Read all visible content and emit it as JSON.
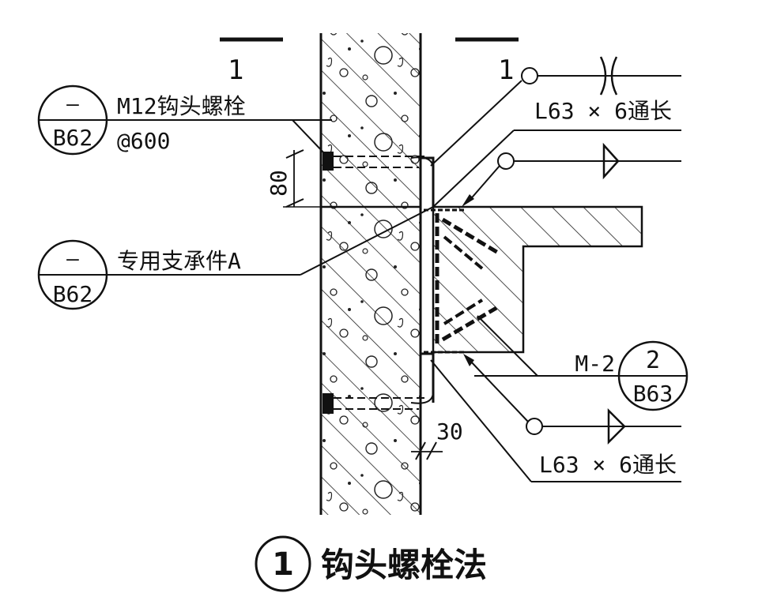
{
  "section_marks": {
    "left": {
      "number": "1"
    },
    "right": {
      "number": "1"
    }
  },
  "callouts": {
    "bolt": {
      "top": "—",
      "sheet": "B62",
      "line1": "M12钩头螺栓",
      "line2": "@600"
    },
    "support": {
      "top": "—",
      "sheet": "B62",
      "line1": "专用支承件A"
    },
    "detail": {
      "prefix": "M-2",
      "top": "2",
      "sheet": "B63"
    }
  },
  "angle_labels": {
    "upper": "L63 × 6通长",
    "lower": "L63 × 6通长"
  },
  "dimensions": {
    "gap": "80",
    "offset": "30"
  },
  "caption": {
    "number": "1",
    "title": "钩头螺栓法"
  },
  "colors": {
    "ink": "#111111",
    "paper": "#ffffff"
  }
}
